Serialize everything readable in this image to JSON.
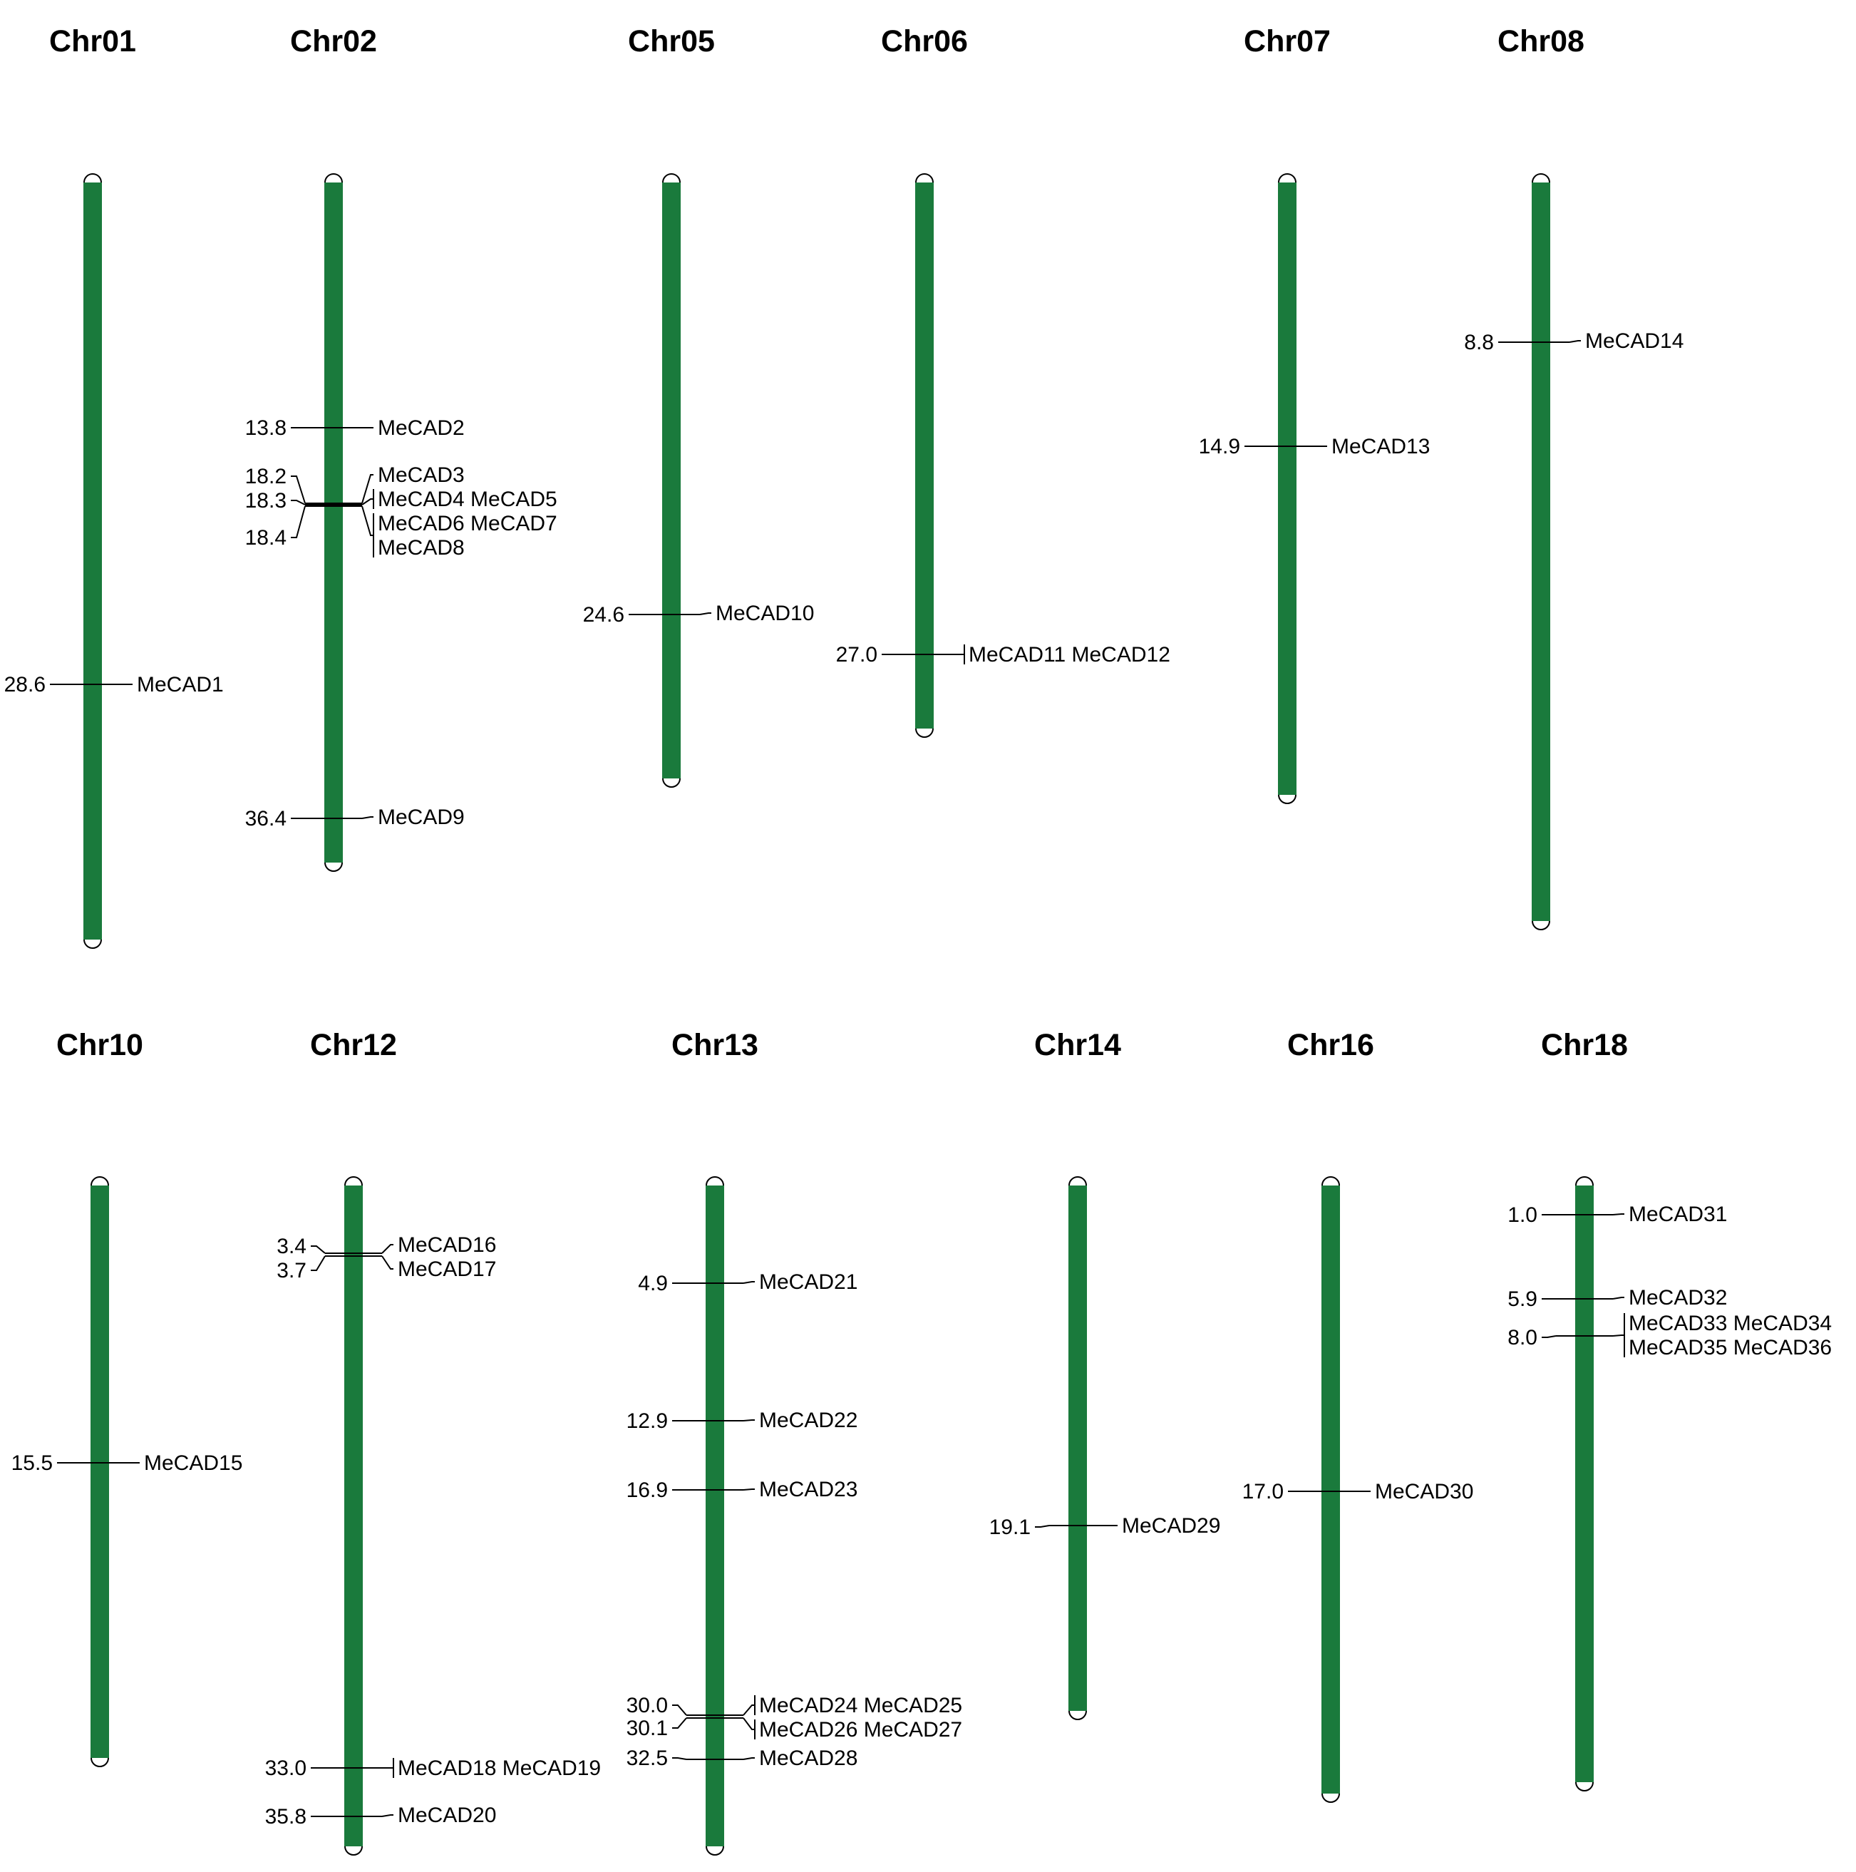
{
  "chart_data": {
    "type": "chromosome-map",
    "colors": {
      "chromosome": "#1a7a3c",
      "cap": "#ffffff",
      "line": "#000000"
    },
    "chromosomes": [
      {
        "name": "Chr01",
        "markers": [
          {
            "pos": "28.6",
            "genes": [
              "MeCAD1"
            ]
          }
        ]
      },
      {
        "name": "Chr02",
        "markers": [
          {
            "pos": "13.8",
            "genes": [
              "MeCAD2"
            ]
          },
          {
            "pos": "18.2",
            "genes": [
              "MeCAD3"
            ]
          },
          {
            "pos": "18.3",
            "genes": [
              "MeCAD4 MeCAD5"
            ]
          },
          {
            "pos": "18.4",
            "genes": [
              "MeCAD6 MeCAD7",
              "MeCAD8"
            ]
          },
          {
            "pos": "36.4",
            "genes": [
              "MeCAD9"
            ]
          }
        ]
      },
      {
        "name": "Chr05",
        "markers": [
          {
            "pos": "24.6",
            "genes": [
              "MeCAD10"
            ]
          }
        ]
      },
      {
        "name": "Chr06",
        "markers": [
          {
            "pos": "27.0",
            "genes": [
              "MeCAD11 MeCAD12"
            ]
          }
        ]
      },
      {
        "name": "Chr07",
        "markers": [
          {
            "pos": "14.9",
            "genes": [
              "MeCAD13"
            ]
          }
        ]
      },
      {
        "name": "Chr08",
        "markers": [
          {
            "pos": "8.8",
            "genes": [
              "MeCAD14"
            ]
          }
        ]
      },
      {
        "name": "Chr10",
        "markers": [
          {
            "pos": "15.5",
            "genes": [
              "MeCAD15"
            ]
          }
        ]
      },
      {
        "name": "Chr12",
        "markers": [
          {
            "pos": "3.4",
            "genes": [
              "MeCAD16"
            ]
          },
          {
            "pos": "3.7",
            "genes": [
              "MeCAD17"
            ]
          },
          {
            "pos": "33.0",
            "genes": [
              "MeCAD18 MeCAD19"
            ]
          },
          {
            "pos": "35.8",
            "genes": [
              "MeCAD20"
            ]
          }
        ]
      },
      {
        "name": "Chr13",
        "markers": [
          {
            "pos": "4.9",
            "genes": [
              "MeCAD21"
            ]
          },
          {
            "pos": "12.9",
            "genes": [
              "MeCAD22"
            ]
          },
          {
            "pos": "16.9",
            "genes": [
              "MeCAD23"
            ]
          },
          {
            "pos": "30.0",
            "genes": [
              "MeCAD24 MeCAD25"
            ]
          },
          {
            "pos": "30.1",
            "genes": [
              "MeCAD26 MeCAD27"
            ]
          },
          {
            "pos": "32.5",
            "genes": [
              "MeCAD28"
            ]
          }
        ]
      },
      {
        "name": "Chr14",
        "markers": [
          {
            "pos": "19.1",
            "genes": [
              "MeCAD29"
            ]
          }
        ]
      },
      {
        "name": "Chr16",
        "markers": [
          {
            "pos": "17.0",
            "genes": [
              "MeCAD30"
            ]
          }
        ]
      },
      {
        "name": "Chr18",
        "markers": [
          {
            "pos": "1.0",
            "genes": [
              "MeCAD31"
            ]
          },
          {
            "pos": "5.9",
            "genes": [
              "MeCAD32"
            ]
          },
          {
            "pos": "8.0",
            "genes": [
              "MeCAD33 MeCAD34",
              "MeCAD35 MeCAD36"
            ]
          }
        ]
      }
    ]
  }
}
